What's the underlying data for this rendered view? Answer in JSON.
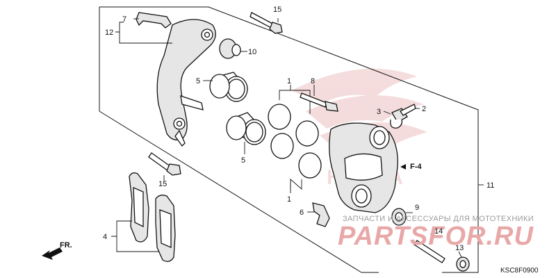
{
  "diagram": {
    "callouts": {
      "c1a": "1",
      "c1b": "1",
      "c2": "2",
      "c3": "3",
      "c4": "4",
      "c5a": "5",
      "c5b": "5",
      "c6": "6",
      "c7": "7",
      "c8": "8",
      "c9": "9",
      "c10": "10",
      "c11": "11",
      "c12": "12",
      "c13": "13",
      "c14": "14",
      "c15a": "15",
      "c15b": "15"
    },
    "ref_label": "F-4",
    "direction_label": "FR.",
    "diagram_code": "KSC8F0900",
    "watermark_text": "ЗАПЧАСТИ И АКСЕССУАРЫ ДЛЯ МОТОТЕХНИКИ",
    "watermark_logo": "PARTSFOR.RU"
  }
}
